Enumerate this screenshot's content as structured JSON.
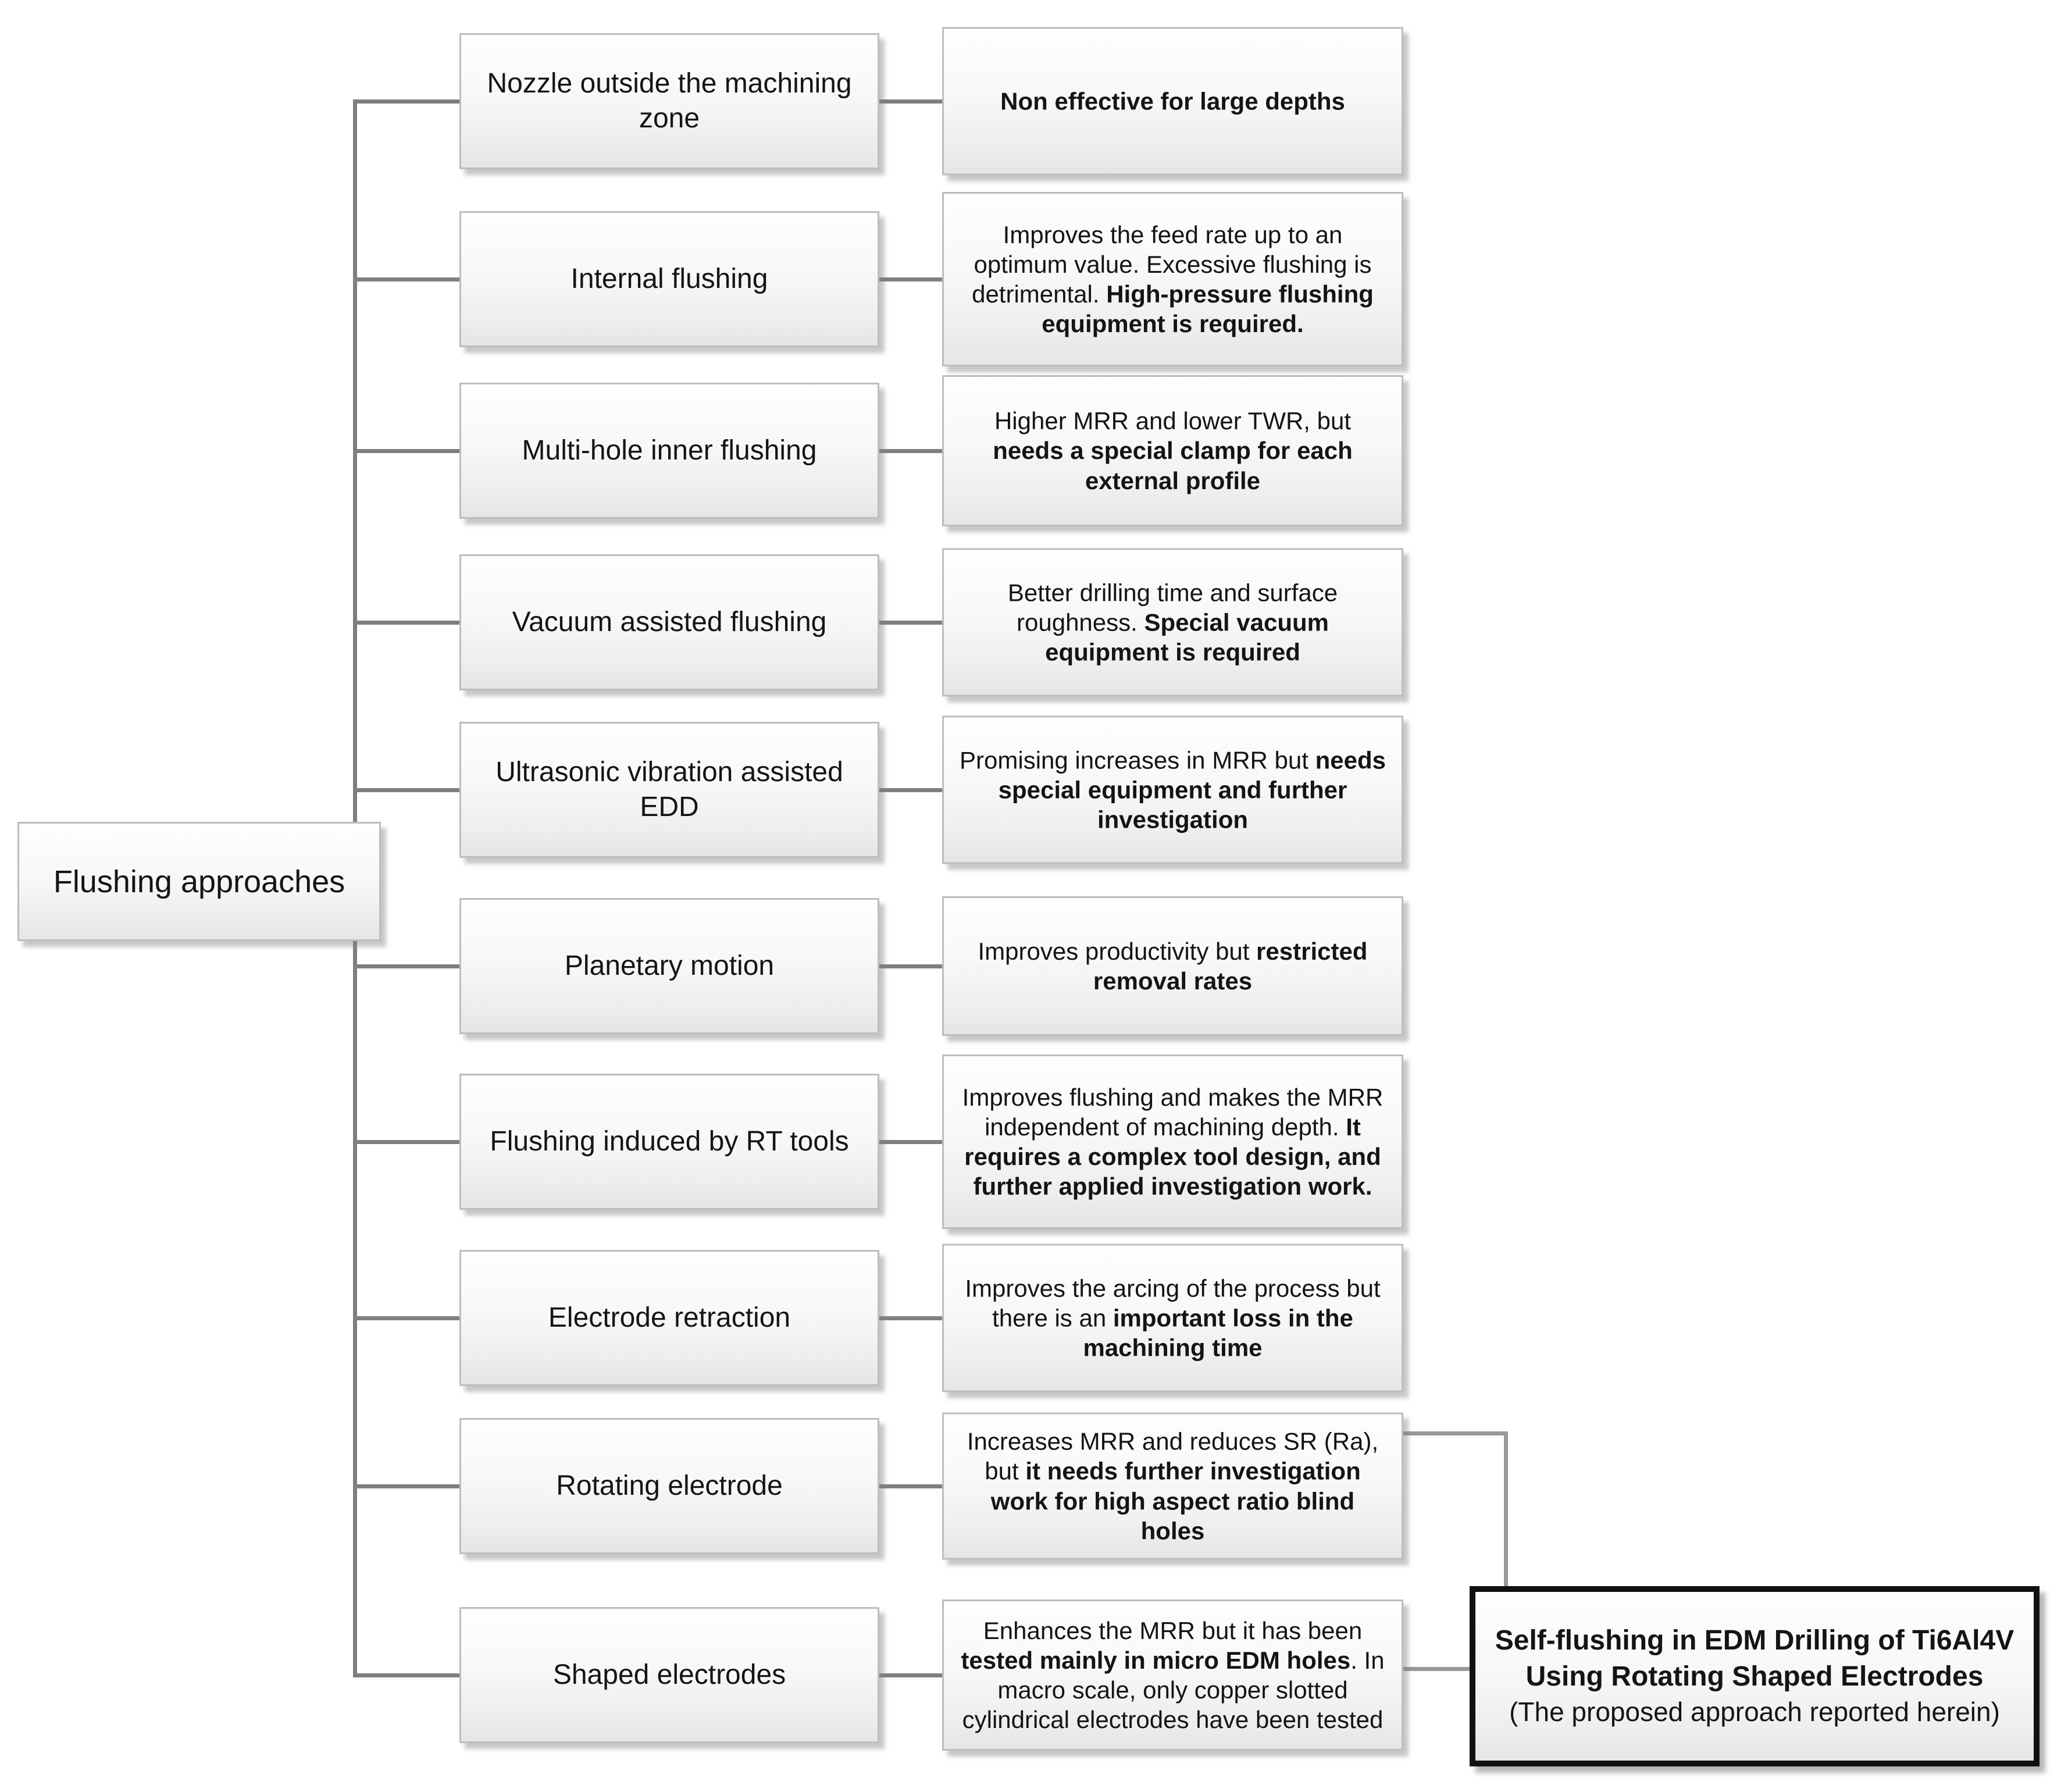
{
  "diagram": {
    "root": {
      "label": "Flushing approaches"
    },
    "rows": [
      {
        "label": "Nozzle outside the machining zone",
        "desc": [
          {
            "text": "Non effective for large depths",
            "bold": true
          }
        ]
      },
      {
        "label": "Internal flushing",
        "desc": [
          {
            "text": "Improves the feed rate up to an optimum value. Excessive flushing is detrimental. ",
            "bold": false
          },
          {
            "text": "High-pressure flushing equipment is required.",
            "bold": true
          }
        ]
      },
      {
        "label": "Multi-hole inner flushing",
        "desc": [
          {
            "text": "Higher MRR and lower TWR, but ",
            "bold": false
          },
          {
            "text": "needs a special clamp for each external profile",
            "bold": true
          }
        ]
      },
      {
        "label": "Vacuum assisted flushing",
        "desc": [
          {
            "text": "Better drilling time and surface roughness. ",
            "bold": false
          },
          {
            "text": "Special vacuum equipment is required",
            "bold": true
          }
        ]
      },
      {
        "label": "Ultrasonic vibration assisted EDD",
        "desc": [
          {
            "text": "Promising increases in MRR but ",
            "bold": false
          },
          {
            "text": "needs special equipment and further investigation",
            "bold": true
          }
        ]
      },
      {
        "label": "Planetary motion",
        "desc": [
          {
            "text": "Improves productivity but ",
            "bold": false
          },
          {
            "text": "restricted removal rates",
            "bold": true
          }
        ]
      },
      {
        "label": "Flushing induced by RT tools",
        "desc": [
          {
            "text": "Improves flushing and makes the MRR independent of machining depth. ",
            "bold": false
          },
          {
            "text": "It requires a complex tool design, and further applied investigation work.",
            "bold": true
          }
        ]
      },
      {
        "label": "Electrode retraction",
        "desc": [
          {
            "text": "Improves the arcing of the process but there is an ",
            "bold": false
          },
          {
            "text": "important loss in the machining time",
            "bold": true
          }
        ]
      },
      {
        "label": "Rotating electrode",
        "desc": [
          {
            "text": "Increases MRR and reduces SR (Ra), but ",
            "bold": false
          },
          {
            "text": "it needs further investigation work for high aspect ratio blind holes",
            "bold": true
          }
        ]
      },
      {
        "label": "Shaped electrodes",
        "desc": [
          {
            "text": "Enhances the MRR but it has been ",
            "bold": false
          },
          {
            "text": "tested mainly in micro EDM holes",
            "bold": true
          },
          {
            "text": ". In macro scale, only copper slotted cylindrical electrodes have been tested",
            "bold": false
          }
        ]
      }
    ],
    "proposed": {
      "line1": "Self-flushing in EDM Drilling of Ti6Al4V",
      "line2": "Using Rotating Shaped Electrodes",
      "line3": "(The proposed approach reported herein)"
    },
    "colors": {
      "connector_line": "#7f7f7f",
      "elbow_line": "#999999",
      "box_border": "#bdbdbd",
      "proposed_border": "#111111"
    }
  }
}
